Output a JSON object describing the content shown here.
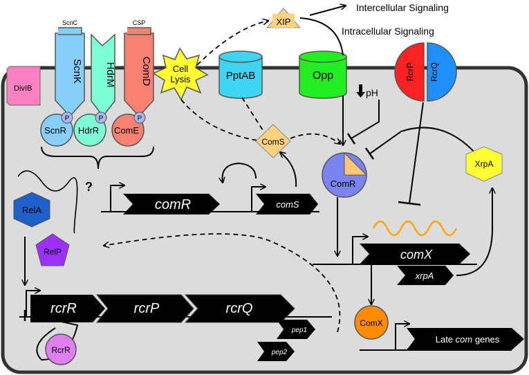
{
  "signals": {
    "intercellular": "Intercellular Signaling",
    "intracellular": "Intracellular Signaling",
    "ph": "pH"
  },
  "membrane": {
    "divib": "DivIB",
    "cell_lysis_line1": "Cell",
    "cell_lysis_line2": "Lysis",
    "xip": "XIP",
    "pptab": "PptAB",
    "opp": "Opp",
    "rcrp": "RcrP",
    "rcrq": "RcrQ"
  },
  "receptors": [
    {
      "name": "ScnK",
      "ligand": "ScnC",
      "regulator": "ScnR",
      "color": "#87cefa"
    },
    {
      "name": "HdrM",
      "ligand": "",
      "regulator": "HdrR",
      "color": "#7fffd4"
    },
    {
      "name": "ComD",
      "ligand": "CSP",
      "regulator": "ComE",
      "color": "#fa8072"
    }
  ],
  "phospho": "P",
  "question": "?",
  "proteins": {
    "rela": "RelA",
    "relp": "RelP",
    "coms": "ComS",
    "comr": "ComR",
    "xrpa": "XrpA",
    "comx": "ComX",
    "rcrr": "RcrR"
  },
  "genes": {
    "comR": "comR",
    "comS": "comS",
    "comX": "comX",
    "xrpA": "xrpA",
    "rcrR": "rcrR",
    "rcrP": "rcrP",
    "rcrQ": "rcrQ",
    "pep1": "pep1",
    "pep2": "pep2",
    "late_prefix": "Late ",
    "late_com": "com",
    "late_suffix": " genes"
  },
  "colors": {
    "cell": "#dcdcdc",
    "divib": "#ff80c0",
    "cell_lysis": "#ffff33",
    "xip": "#ffd27f",
    "pptab": "#3fd5f5",
    "opp": "#22ee22",
    "rcrp": "#ff2222",
    "rcrq": "#1e90ff",
    "rela": "#1e5fc8",
    "relp": "#9b30ff",
    "coms": "#ffd27f",
    "comr": "#7b83ee",
    "comr_wedge": "#ffc878",
    "xrpa": "#ffff33",
    "comx": "#ff8c00",
    "rcrr": "#e07ff0",
    "mrna": "#ffa500"
  }
}
